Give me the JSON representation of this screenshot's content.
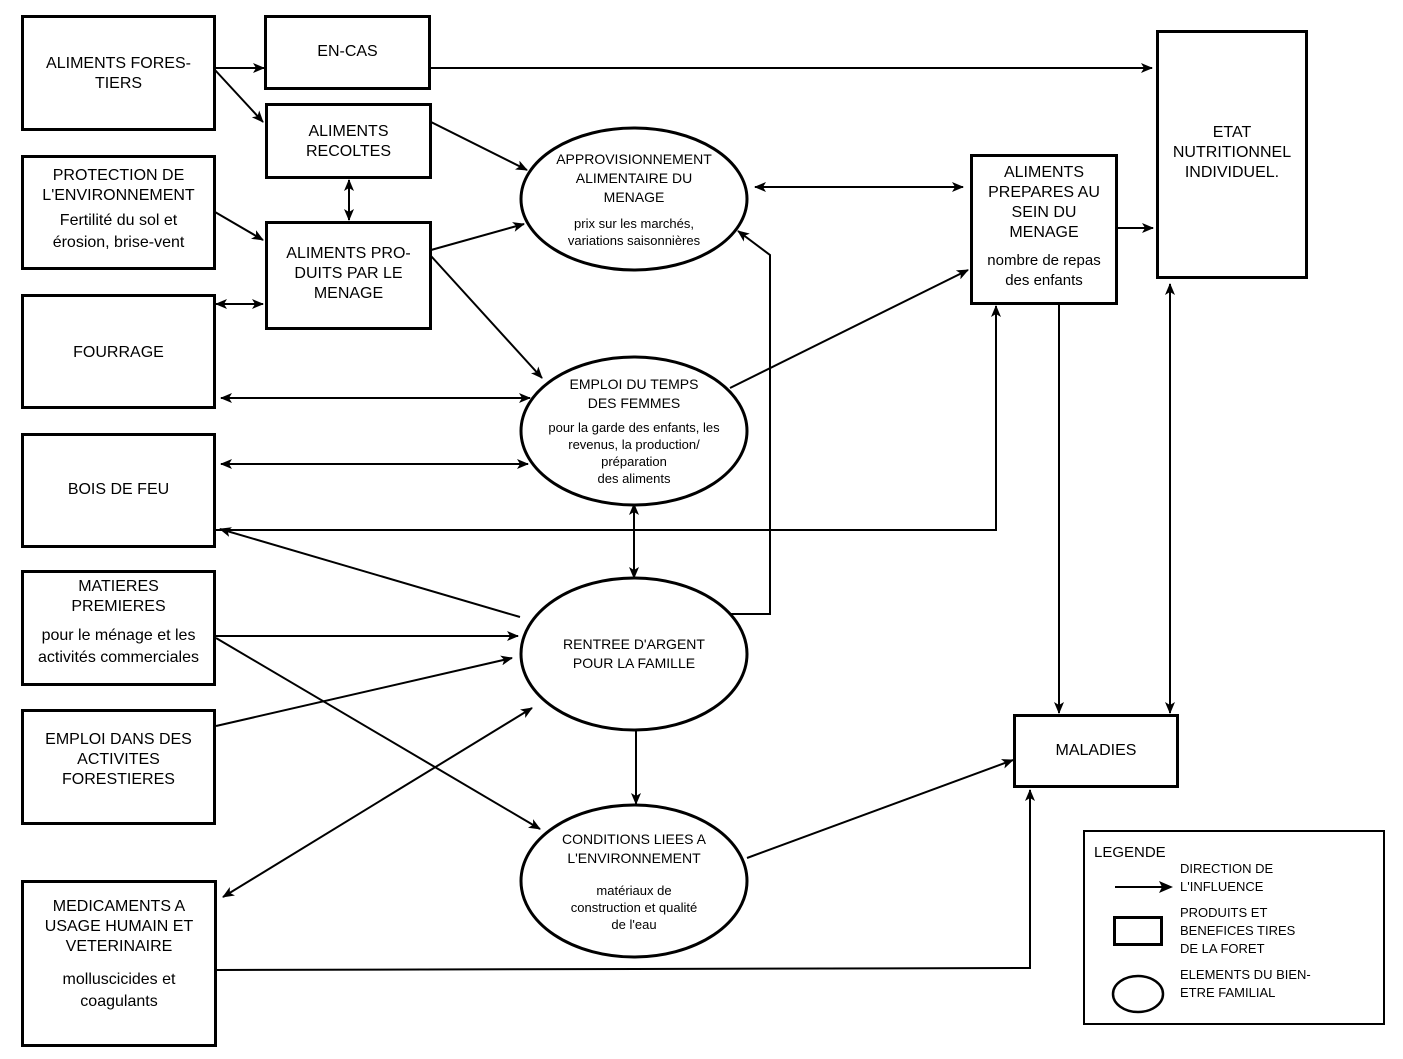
{
  "diagram": {
    "boxes": {
      "aliments_forestiers": {
        "title": "ALIMENTS FORES-\nTIERS"
      },
      "en_cas": {
        "title": "EN-CAS"
      },
      "aliments_recoltes": {
        "title": "ALIMENTS\nRECOLTES"
      },
      "protection_env": {
        "title": "PROTECTION DE\nL'ENVIRONNEMENT",
        "subtitle": "Fertilité du sol et\nérosion, brise-vent"
      },
      "aliments_produits": {
        "title": "ALIMENTS PRO-\nDUITS PAR LE\nMENAGE"
      },
      "fourrage": {
        "title": "FOURRAGE"
      },
      "bois_de_feu": {
        "title": "BOIS DE FEU"
      },
      "matieres_premieres": {
        "title": "MATIERES\nPREMIERES",
        "subtitle": "pour le ménage et les\nactivités commerciales"
      },
      "emploi_forestier": {
        "title": "EMPLOI DANS DES\nACTIVITES\nFORESTIERES"
      },
      "medicaments": {
        "title": "MEDICAMENTS A\nUSAGE HUMAIN ET\nVETERINAIRE",
        "subtitle": "molluscicides et\ncoagulants"
      },
      "aliments_prepares": {
        "title": "ALIMENTS\nPREPARES AU\nSEIN DU\nMENAGE",
        "subtitle": "nombre de repas\ndes enfants"
      },
      "etat_nutritionnel": {
        "title": "ETAT\nNUTRITIONNEL\nINDIVIDUEL."
      },
      "maladies": {
        "title": "MALADIES"
      }
    },
    "ellipses": {
      "approvisionnement": {
        "title": "APPROVISIONNEMENT\nALIMENTAIRE DU\nMENAGE",
        "subtitle": "prix sur les marchés,\nvariations saisonnières"
      },
      "emploi_temps": {
        "title": "EMPLOI DU TEMPS\nDES FEMMES",
        "subtitle": "pour la garde des enfants, les\nrevenus, la production/\npréparation\ndes aliments"
      },
      "rentree_argent": {
        "title": "RENTREE D'ARGENT\nPOUR LA FAMILLE"
      },
      "conditions_env": {
        "title": "CONDITIONS LIEES A\nL'ENVIRONNEMENT",
        "subtitle": "matériaux de\nconstruction et qualité\nde l'eau"
      }
    },
    "legend": {
      "title": "LEGENDE",
      "arrow_label": "DIRECTION DE\nL'INFLUENCE",
      "box_label": "PRODUITS ET\nBENEFICES TIRES\nDE LA FORET",
      "ellipse_label": "ELEMENTS DU BIEN-\nETRE FAMILIAL"
    },
    "edges": [
      {
        "from": "ALIMENTS FORESTIERS",
        "to": "EN-CAS",
        "type": "directed"
      },
      {
        "from": "ALIMENTS FORESTIERS",
        "to": "ALIMENTS RECOLTES",
        "type": "directed"
      },
      {
        "from": "EN-CAS",
        "to": "ETAT NUTRITIONNEL INDIVIDUEL",
        "type": "directed"
      },
      {
        "from": "ALIMENTS RECOLTES",
        "to": "ALIMENTS PRODUITS PAR LE MENAGE",
        "type": "bidirectional"
      },
      {
        "from": "ALIMENTS RECOLTES",
        "to": "APPROVISIONNEMENT ALIMENTAIRE DU MENAGE",
        "type": "directed"
      },
      {
        "from": "PROTECTION DE L'ENVIRONNEMENT",
        "to": "ALIMENTS PRODUITS PAR LE MENAGE",
        "type": "directed"
      },
      {
        "from": "FOURRAGE",
        "to": "ALIMENTS PRODUITS PAR LE MENAGE",
        "type": "bidirectional"
      },
      {
        "from": "ALIMENTS PRODUITS PAR LE MENAGE",
        "to": "APPROVISIONNEMENT ALIMENTAIRE DU MENAGE",
        "type": "directed"
      },
      {
        "from": "ALIMENTS PRODUITS PAR LE MENAGE",
        "to": "EMPLOI DU TEMPS DES FEMMES",
        "type": "directed"
      },
      {
        "from": "APPROVISIONNEMENT ALIMENTAIRE DU MENAGE",
        "to": "ALIMENTS PREPARES AU SEIN DU MENAGE",
        "type": "bidirectional"
      },
      {
        "from": "FOURRAGE",
        "to": "EMPLOI DU TEMPS DES FEMMES",
        "type": "bidirectional"
      },
      {
        "from": "BOIS DE FEU",
        "to": "EMPLOI DU TEMPS DES FEMMES",
        "type": "bidirectional"
      },
      {
        "from": "EMPLOI DU TEMPS DES FEMMES",
        "to": "ALIMENTS PREPARES AU SEIN DU MENAGE",
        "type": "directed"
      },
      {
        "from": "EMPLOI DU TEMPS DES FEMMES",
        "to": "RENTREE D'ARGENT POUR LA FAMILLE",
        "type": "bidirectional"
      },
      {
        "from": "RENTREE D'ARGENT POUR LA FAMILLE",
        "to": "APPROVISIONNEMENT ALIMENTAIRE DU MENAGE",
        "type": "directed"
      },
      {
        "from": "RENTREE D'ARGENT POUR LA FAMILLE",
        "to": "BOIS DE FEU",
        "type": "directed"
      },
      {
        "from": "BOIS DE FEU",
        "to": "ALIMENTS PREPARES AU SEIN DU MENAGE",
        "type": "directed"
      },
      {
        "from": "MATIERES PREMIERES",
        "to": "RENTREE D'ARGENT POUR LA FAMILLE",
        "type": "directed"
      },
      {
        "from": "MATIERES PREMIERES",
        "to": "CONDITIONS LIEES A L'ENVIRONNEMENT",
        "type": "directed"
      },
      {
        "from": "EMPLOI DANS DES ACTIVITES FORESTIERES",
        "to": "RENTREE D'ARGENT POUR LA FAMILLE",
        "type": "directed"
      },
      {
        "from": "MEDICAMENTS A USAGE HUMAIN ET VETERINAIRE",
        "to": "RENTREE D'ARGENT POUR LA FAMILLE",
        "type": "bidirectional"
      },
      {
        "from": "RENTREE D'ARGENT POUR LA FAMILLE",
        "to": "CONDITIONS LIEES A L'ENVIRONNEMENT",
        "type": "directed"
      },
      {
        "from": "CONDITIONS LIEES A L'ENVIRONNEMENT",
        "to": "MALADIES",
        "type": "directed"
      },
      {
        "from": "MEDICAMENTS A USAGE HUMAIN ET VETERINAIRE",
        "to": "MALADIES",
        "type": "directed"
      },
      {
        "from": "ALIMENTS PREPARES AU SEIN DU MENAGE",
        "to": "ETAT NUTRITIONNEL INDIVIDUEL",
        "type": "directed"
      },
      {
        "from": "ALIMENTS PREPARES AU SEIN DU MENAGE",
        "to": "MALADIES",
        "type": "directed"
      },
      {
        "from": "ETAT NUTRITIONNEL INDIVIDUEL",
        "to": "MALADIES",
        "type": "bidirectional"
      }
    ]
  }
}
